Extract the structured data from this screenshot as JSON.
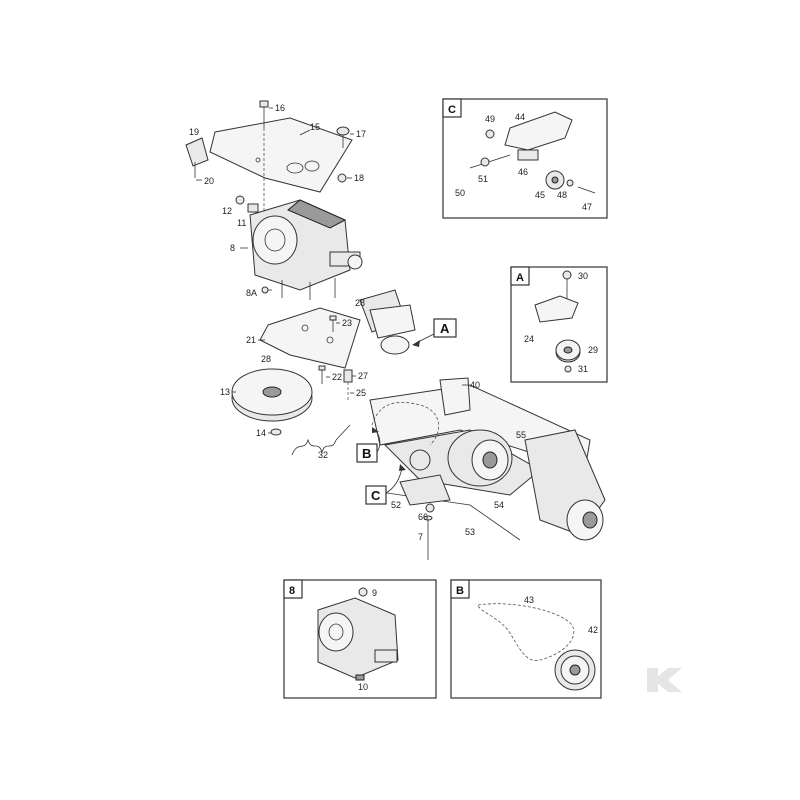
{
  "callouts": {
    "c16": "16",
    "c15": "15",
    "c17": "17",
    "c18": "18",
    "c19": "19",
    "c20": "20",
    "c12": "12",
    "c11": "11",
    "c8": "8",
    "c8a": "8A",
    "c28a": "28",
    "c23": "23",
    "c21": "21",
    "c28b": "28",
    "c13": "13",
    "c22": "22",
    "c27": "27",
    "c25": "25",
    "c14": "14",
    "c32": "32",
    "c40": "40",
    "c55": "55",
    "c54": "54",
    "c52": "52",
    "c66": "66",
    "c53": "53",
    "c7": "7"
  },
  "detail_tags": {
    "a": "A",
    "b": "B",
    "c": "C"
  },
  "inset_a": {
    "letter": "A",
    "callouts": {
      "c30": "30",
      "c24": "24",
      "c29": "29",
      "c31": "31"
    }
  },
  "inset_c": {
    "letter": "C",
    "callouts": {
      "c49": "49",
      "c44": "44",
      "c51": "51",
      "c46": "46",
      "c50": "50",
      "c45": "45",
      "c48": "48",
      "c47": "47"
    }
  },
  "inset_8": {
    "letter": "8",
    "callouts": {
      "c9": "9",
      "c10": "10"
    }
  },
  "inset_b": {
    "letter": "B",
    "callouts": {
      "c43": "43",
      "c42": "42"
    }
  },
  "watermark": {
    "glyph": "K"
  }
}
